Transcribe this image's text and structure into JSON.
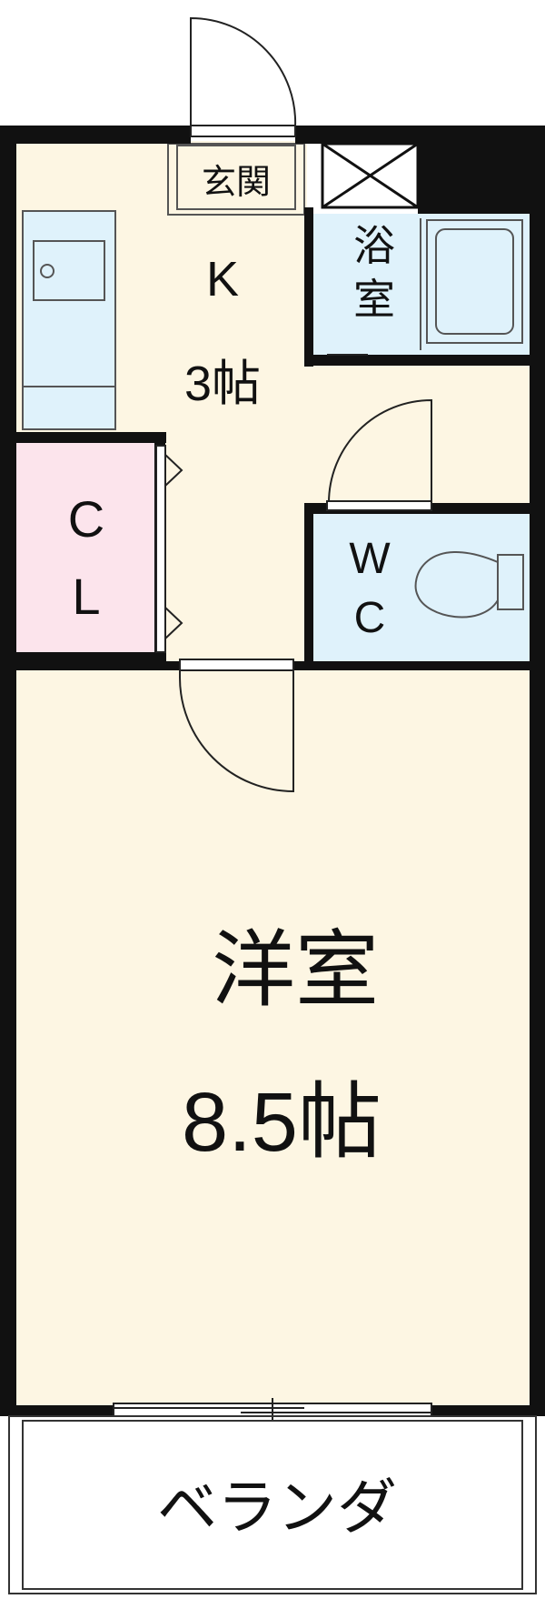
{
  "rooms": {
    "entrance": {
      "label": "玄関"
    },
    "bath": {
      "label_line1": "浴",
      "label_line2": "室"
    },
    "kitchen": {
      "label_line1": "K",
      "label_line2": "3帖"
    },
    "closet": {
      "label_line1": "C",
      "label_line2": "L"
    },
    "toilet": {
      "label_line1": "W",
      "label_line2": "C"
    },
    "western_room": {
      "label_line1": "洋室",
      "label_line2": "8.5帖"
    },
    "balcony": {
      "label": "ベランダ"
    }
  },
  "colors": {
    "wall": "#111111",
    "floor": "#fdf6e3",
    "wet_area": "#dff2fb",
    "closet": "#fce4ec",
    "line": "#333333"
  }
}
